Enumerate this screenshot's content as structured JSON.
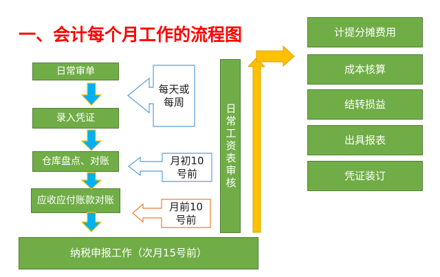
{
  "title": "一、会计每个月工作的流程图",
  "colors": {
    "title": "#ff0000",
    "box_fill": "#70ad47",
    "box_border": "#507e32",
    "down_arrow_fill": "#00b0f0",
    "down_arrow_border": "#ffc000",
    "blue_outline": "#5b9bd5",
    "orange_outline": "#ed7d31",
    "gold_arrow": "#ffc000"
  },
  "left_flow": {
    "steps": [
      {
        "label": "日常审单"
      },
      {
        "label": "录入凭证"
      },
      {
        "label": "仓库盘点、对账"
      },
      {
        "label": "应收应付账款对账"
      }
    ]
  },
  "notes": [
    {
      "label": "每天或每周",
      "line1": "每天或",
      "line2": "每周",
      "style": "blue"
    },
    {
      "label": "月初10号前",
      "line1": "月初10",
      "line2": "号前",
      "style": "blue"
    },
    {
      "label": "月前10号前",
      "line1": "月前10",
      "line2": "号前",
      "style": "orange"
    }
  ],
  "bottom_bar": {
    "label": "纳税申报工作（次月15号前）"
  },
  "vertical_box": {
    "label": "日常工资表审核"
  },
  "right_steps": [
    {
      "label": "计提分摊费用"
    },
    {
      "label": "成本核算"
    },
    {
      "label": "结转损益"
    },
    {
      "label": "出具报表"
    },
    {
      "label": "凭证装订"
    }
  ]
}
